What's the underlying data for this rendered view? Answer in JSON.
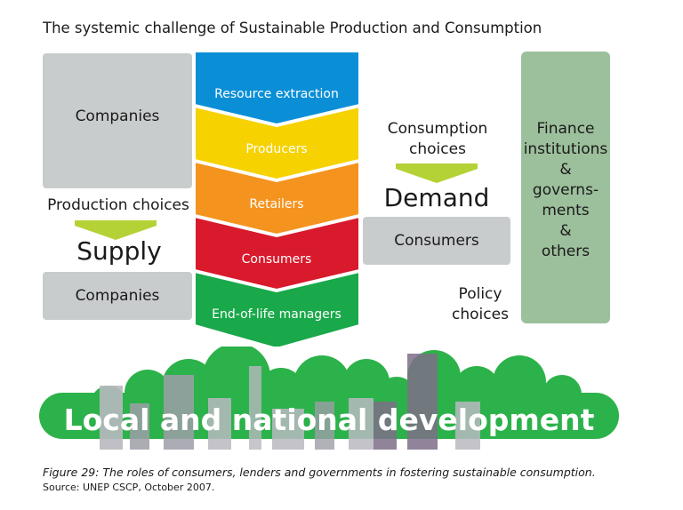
{
  "title": "The systemic challenge of Sustainable Production and Consumption",
  "chevrons": [
    {
      "label": "Resource extraction",
      "color": "#0a8fd6"
    },
    {
      "label": "Producers",
      "color": "#f5d200"
    },
    {
      "label": "Retailers",
      "color": "#f4931e"
    },
    {
      "label": "Consumers",
      "color": "#d9192c"
    },
    {
      "label": "End-of-life managers",
      "color": "#19a84a"
    }
  ],
  "left": {
    "companies_top": "Companies",
    "production_choices": "Production choices",
    "supply": "Supply",
    "companies_bottom": "Companies"
  },
  "middle": {
    "consumption_choices_line1": "Consumption",
    "consumption_choices_line2": "choices",
    "demand": "Demand",
    "consumers": "Consumers",
    "policy_line1": "Policy",
    "policy_line2": "choices"
  },
  "right": {
    "lines": [
      "Finance",
      "institutions",
      "&",
      "governs-",
      "ments",
      "&",
      "others"
    ]
  },
  "banner": {
    "text": "Local and national development",
    "color": "#2cb24a"
  },
  "colors": {
    "grey_box": "#c9cccd",
    "green_box": "#9cbf9c",
    "arrow_green": "#b4d235"
  },
  "caption": "Figure 29: The roles of consumers, lenders and governments in fostering sustainable consumption.",
  "source": "Source: UNEP CSCP, October 2007."
}
